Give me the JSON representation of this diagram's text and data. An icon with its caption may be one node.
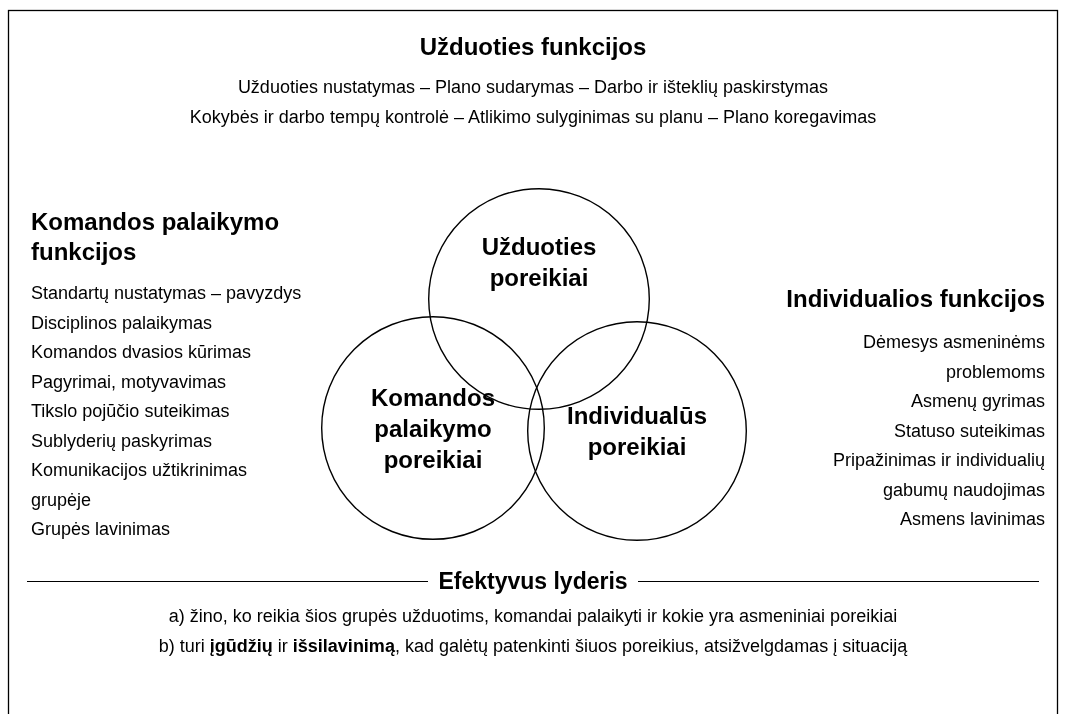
{
  "diagram": {
    "title": "Užduoties funkcijos",
    "nodes": [
      {
        "text": [
          "Užduoties poreikiai"
        ]
      },
      {
        "text": [
          "Komandos palaikymo poreikiai"
        ]
      },
      {
        "text": [
          "Individualūs poreikiai"
        ]
      }
    ],
    "labels": [
      "Užduoties nustatymas – Plano sudarymas – Darbo ir išteklių paskirstymas",
      "Kokybės ir darbo tempų kontrolė – Atlikimo sulyginimas su planu – Plano koregavimas",
      "Komandos palaikymo funkcijos",
      "Standartų nustatymas – pavyzdys",
      "Disciplinos palaikymas",
      "Komandos dvasios kūrimas",
      "Pagyrimai, motyvavimas",
      "Tikslo pojūčio suteikimas",
      "Sublyderių paskyrimas",
      "Komunikacijos užtikrinimas grupėje",
      "Grupės lavinimas",
      "Individualios funkcijos",
      "Dėmesys asmeninėms problemoms",
      "Asmenų gyrimas",
      "Statuso suteikimas",
      "Pripažinimas ir individualių gabumų naudojimas",
      "Asmens lavinimas",
      "Efektyvus lyderis",
      "a) žino, ko reikia šios grupės užduotims, komandai palaikyti ir kokie yra asmeniniai poreikiai",
      "b) turi **įgūdžių** ir **išsilavinimą**, kad galėtų patenkinti šiuos poreikius, atsižvelgdamas į situaciją"
    ]
  }
}
